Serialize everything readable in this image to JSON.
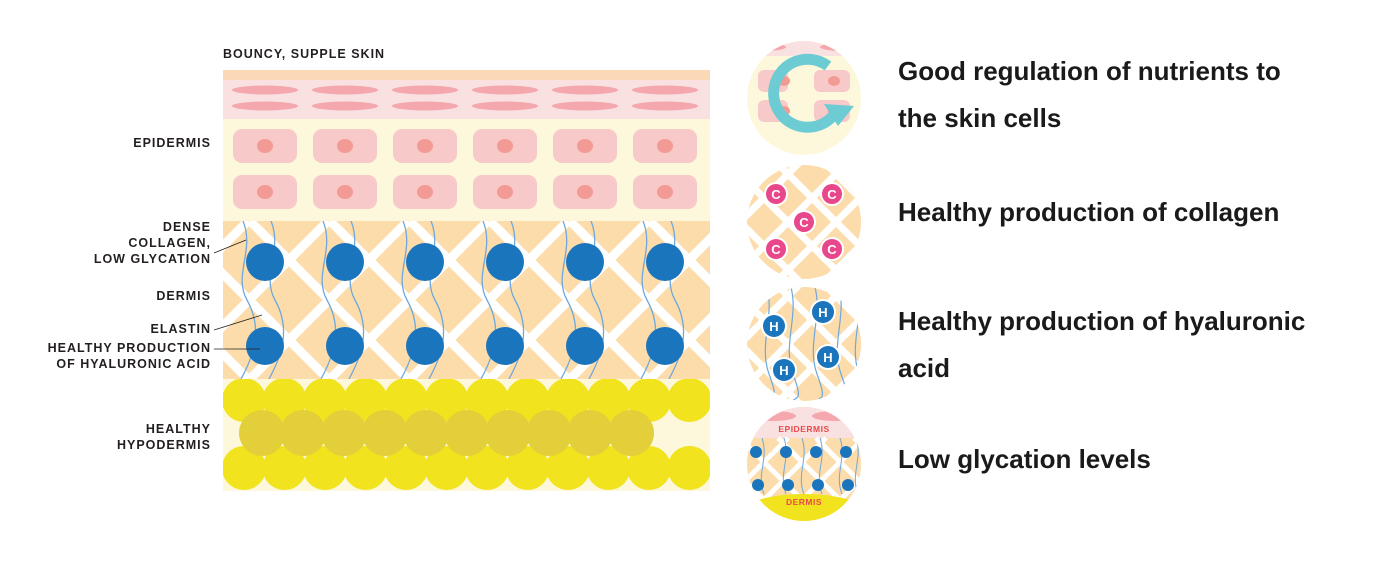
{
  "diagram": {
    "title": "BOUNCY, SUPPLE SKIN",
    "layer_labels": {
      "epidermis": "EPIDERMIS",
      "collagen": [
        "DENSE",
        "COLLAGEN,",
        "LOW GLYCATION"
      ],
      "dermis": "DERMIS",
      "elastin": "ELASTIN",
      "hyaluronic": [
        "HEALTHY PRODUCTION",
        "OF HYALURONIC ACID"
      ],
      "hypodermis": [
        "HEALTHY",
        "HYPODERMIS"
      ]
    },
    "colors": {
      "epidermis_bg": "#fdf8dc",
      "cell_fill": "#f8c9c9",
      "nucleus": "#f29b94",
      "top_band": "#fcd9b6",
      "dermis_bg": "#fcdcaa",
      "hyaluronic_dot": "#1b75bc",
      "elastin_line": "#6fa8dc",
      "fat_bright": "#f1e31d",
      "fat_dark": "#e3cf3a",
      "arrow": "#6ccbd3",
      "collagen_marker": "#e9478b"
    }
  },
  "icons": {
    "collagen_letter": "C",
    "hyaluronic_letter": "H",
    "glycation_top_label": "EPIDERMIS",
    "glycation_bottom_label": "DERMIS"
  },
  "benefits": [
    {
      "text_line1": "Good regulation of nutrients to",
      "text_line2": "the skin cells",
      "icon": "circular-arrow-icon"
    },
    {
      "text_line1": "Healthy production of collagen",
      "text_line2": "",
      "icon": "collagen-icon"
    },
    {
      "text_line1": "Healthy production of hyaluronic",
      "text_line2": "acid",
      "icon": "hyaluronic-acid-icon"
    },
    {
      "text_line1": "Low glycation levels",
      "text_line2": "",
      "icon": "glycation-icon"
    }
  ]
}
